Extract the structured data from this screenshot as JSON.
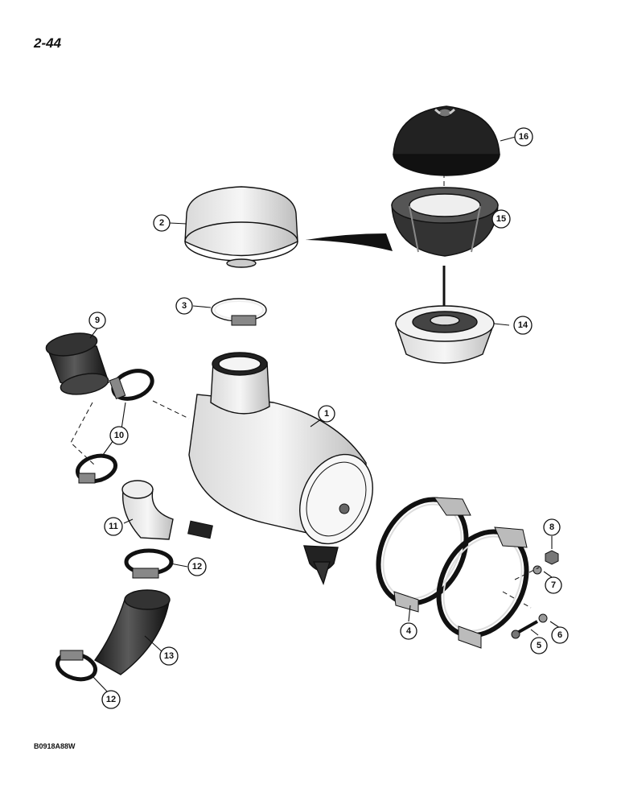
{
  "page": {
    "number": "2-44",
    "figure_code": "B0918A88W"
  },
  "callouts": [
    {
      "id": "c1",
      "label": "1"
    },
    {
      "id": "c2",
      "label": "2"
    },
    {
      "id": "c3",
      "label": "3"
    },
    {
      "id": "c4",
      "label": "4"
    },
    {
      "id": "c5",
      "label": "5"
    },
    {
      "id": "c6",
      "label": "6"
    },
    {
      "id": "c7",
      "label": "7"
    },
    {
      "id": "c8",
      "label": "8"
    },
    {
      "id": "c9",
      "label": "9"
    },
    {
      "id": "c10",
      "label": "10"
    },
    {
      "id": "c11",
      "label": "11"
    },
    {
      "id": "c12a",
      "label": "12"
    },
    {
      "id": "c12b",
      "label": "12"
    },
    {
      "id": "c13",
      "label": "13"
    },
    {
      "id": "c14",
      "label": "14"
    },
    {
      "id": "c15",
      "label": "15"
    },
    {
      "id": "c16",
      "label": "16"
    }
  ]
}
